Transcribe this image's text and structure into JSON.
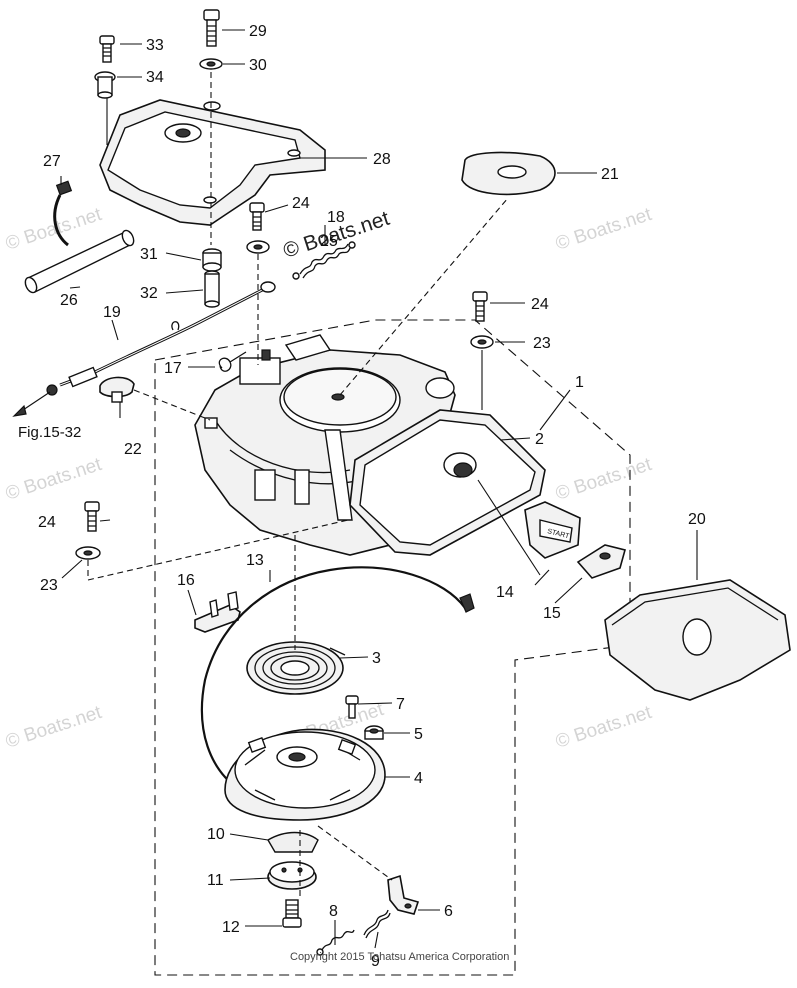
{
  "watermarks": {
    "brand": "© Boats.net",
    "brand_center": "© Boats.net"
  },
  "reference": "Fig.15-32",
  "copyright": "Copyright 2015 Tohatsu America Corporation",
  "start_label": "START",
  "parts": {
    "p1": "1",
    "p2": "2",
    "p3": "3",
    "p4": "4",
    "p5": "5",
    "p6": "6",
    "p7": "7",
    "p8": "8",
    "p9": "9",
    "p10": "10",
    "p11": "11",
    "p12": "12",
    "p13": "13",
    "p14": "14",
    "p15": "15",
    "p16": "16",
    "p17": "17",
    "p18": "18",
    "p19": "19",
    "p20": "20",
    "p21": "21",
    "p22": "22",
    "p23a": "23",
    "p23b": "23",
    "p24a": "24",
    "p24b": "24",
    "p24c": "24",
    "p25": "25",
    "p26": "26",
    "p27": "27",
    "p28": "28",
    "p29": "29",
    "p30": "30",
    "p31": "31",
    "p32": "32",
    "p33": "33",
    "p34": "34"
  }
}
